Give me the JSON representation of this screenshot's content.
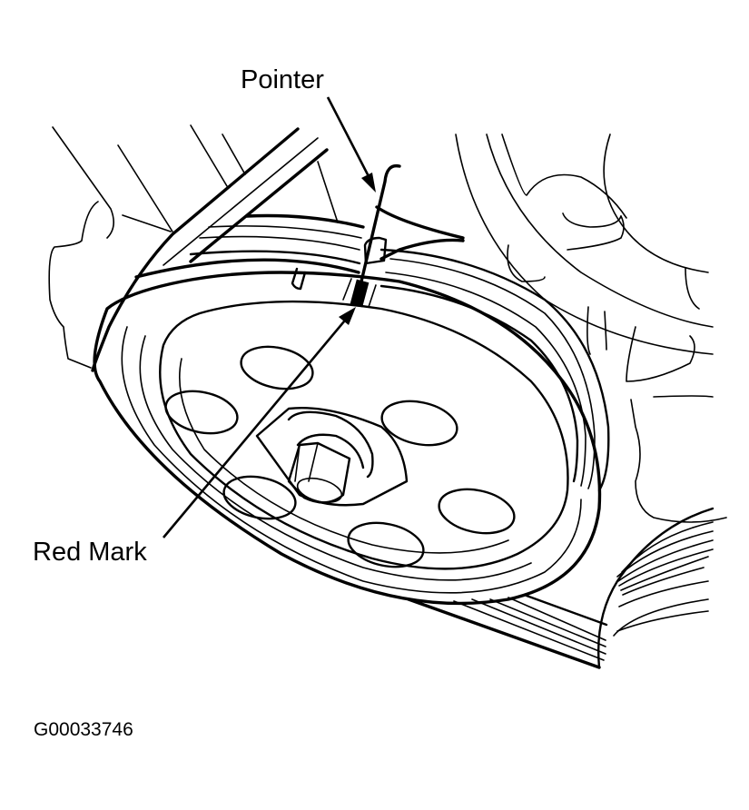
{
  "figure": {
    "id_label": "G00033746",
    "background_color": "#ffffff",
    "line_color": "#000000",
    "subject": "crankshaft pulley with timing pointer and red mark",
    "callouts": [
      {
        "key": "pointer",
        "label": "Pointer",
        "target": "timing pointer tab at top of pulley"
      },
      {
        "key": "red_mark",
        "label": "Red Mark",
        "target": "filled mark on pulley rim below pointer"
      }
    ]
  },
  "callouts": {
    "pointer": "Pointer",
    "red_mark": "Red Mark"
  }
}
